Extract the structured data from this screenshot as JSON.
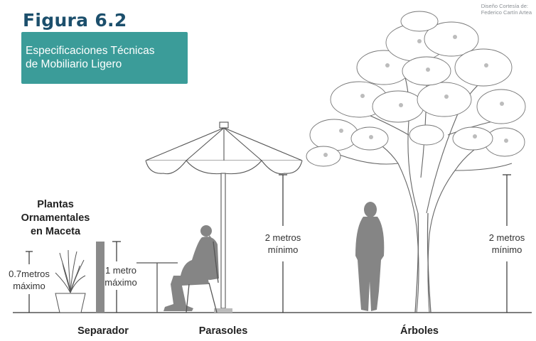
{
  "header": {
    "title": "Figura 6.2",
    "subtitle_line1": "Especificaciones Técnicas",
    "subtitle_line2": "de Mobiliario Ligero",
    "credit_line1": "Diseño Cortesía de:",
    "credit_line2": "Federico Cartín Artea"
  },
  "plants": {
    "heading_line1": "Plantas",
    "heading_line2": "Ornamentales",
    "heading_line3": "en Maceta",
    "dimension_line1": "0.7metros",
    "dimension_line2": "máximo"
  },
  "separator": {
    "dimension_line1": "1 metro",
    "dimension_line2": "máximo",
    "label": "Separador"
  },
  "parasol": {
    "dimension_line1": "2 metros",
    "dimension_line2": "mínimo",
    "label": "Parasoles"
  },
  "tree": {
    "dimension_line1": "2 metros",
    "dimension_line2": "mínimo",
    "label": "Árboles"
  },
  "colors": {
    "title": "#1c4f6c",
    "subtitle_box": "#3b9c99",
    "silhouette": "#808080",
    "line": "#333333"
  }
}
